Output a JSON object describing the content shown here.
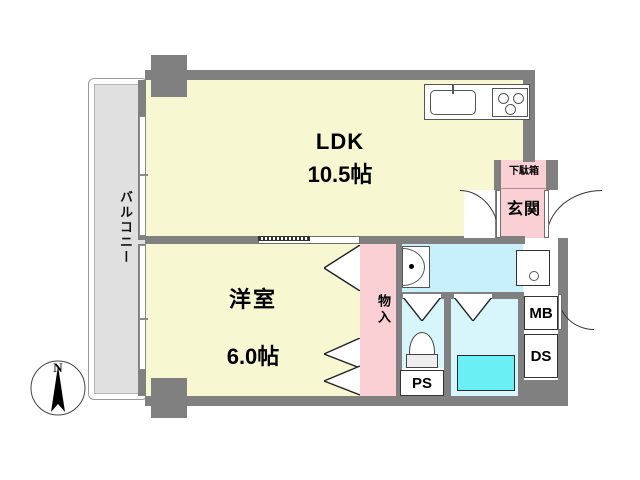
{
  "plan": {
    "type": "apartment-floor-plan",
    "layout_code": "1LDK",
    "rooms": [
      {
        "id": "ldk",
        "name": "LDK",
        "area": "10.5帖",
        "color": "#f7f7d2"
      },
      {
        "id": "washitsu",
        "name": "洋室",
        "area": "6.0帖",
        "color": "#f7f7d2"
      },
      {
        "id": "closet",
        "name": "物入",
        "area": "",
        "color": "#fbd0d4"
      },
      {
        "id": "genkan",
        "name": "玄関",
        "area": "",
        "color": "#fbd0d4"
      },
      {
        "id": "getabako",
        "name": "下駄箱",
        "area": "",
        "color": "#fbd0d4"
      },
      {
        "id": "balcony",
        "name": "バルコニー",
        "area": "",
        "color": "#e0e0e0"
      }
    ],
    "tags": [
      {
        "id": "ps",
        "label": "PS"
      },
      {
        "id": "mb",
        "label": "MB"
      },
      {
        "id": "ds",
        "label": "DS"
      }
    ],
    "compass": {
      "label": "N",
      "direction": "up"
    },
    "fixtures": [
      {
        "id": "kitchen-sink",
        "name": "sink"
      },
      {
        "id": "kitchen-stove",
        "name": "stove-3-burner"
      },
      {
        "id": "bathtub",
        "name": "bathtub"
      },
      {
        "id": "toilet",
        "name": "toilet"
      },
      {
        "id": "vanity",
        "name": "wash-basin"
      },
      {
        "id": "washing-machine",
        "name": "washing-machine-pan"
      }
    ],
    "colors": {
      "wall": "#808080",
      "room_yellow": "#f7f7d2",
      "room_pink": "#fbd0d4",
      "wet_area": "#c8f0fa",
      "bathtub": "#6af0f4",
      "balcony": "#e0e0e0",
      "background": "#ffffff"
    }
  }
}
